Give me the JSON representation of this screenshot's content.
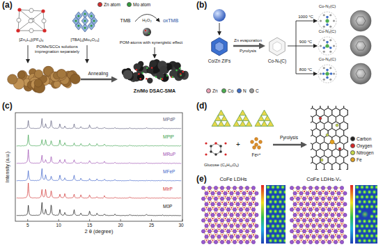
{
  "diagram": {
    "labels": [
      "(a)",
      "[Zn₄L₆](PF₆)₈",
      "[TBA]₄[Mo₈O₂₆]",
      "TMB",
      "oxTMB",
      "H₂O₂",
      "POM-atoms with synergistic effect",
      "POMs/SCCs solutions impregnation separately",
      "Annealing",
      "Zn/Mo DSAC-SMA",
      "(b)",
      "Co/Zn ZIFs",
      "Zn evaporation",
      "Pyrolysis",
      "Co-Nₓ(C)",
      "1000 °C",
      "900 °C",
      "800 °C",
      "Co-N₂(C)",
      "Co-N₃(C)",
      "Co-N₄(C)",
      "(c)",
      "Intensity (a.u.)",
      "2 θ (degree)",
      "5",
      "10",
      "15",
      "20",
      "25",
      "30",
      "MPdP",
      "MPtP",
      "MRuP",
      "MFeP",
      "MIrP",
      "M0P",
      "(d)",
      "Glucose (C₆H₁₂O₆)",
      "+",
      "Fe³⁺",
      "Pyrolysis",
      "(e)",
      "CoFe LDHs",
      "CoFe LDHs-Vₒ"
    ],
    "legend": [
      {
        "text": "Zn atom",
        "color": "#d62a2a"
      },
      {
        "text": "Mo atom",
        "color": "#2f9a3a"
      },
      {
        "text": "Zn",
        "color": "#e8a0b4"
      },
      {
        "text": "Co",
        "color": "#4caf50"
      },
      {
        "text": "N",
        "color": "#3f6fc8"
      },
      {
        "text": "C",
        "color": "#9a9a9a"
      },
      {
        "text": "Carbon",
        "color": "#222222"
      },
      {
        "text": "Oxygen",
        "color": "#d62728"
      },
      {
        "text": "Nitrogen",
        "color": "#c6d84a"
      },
      {
        "text": "Fe",
        "color": "#e0a020"
      }
    ]
  }
}
